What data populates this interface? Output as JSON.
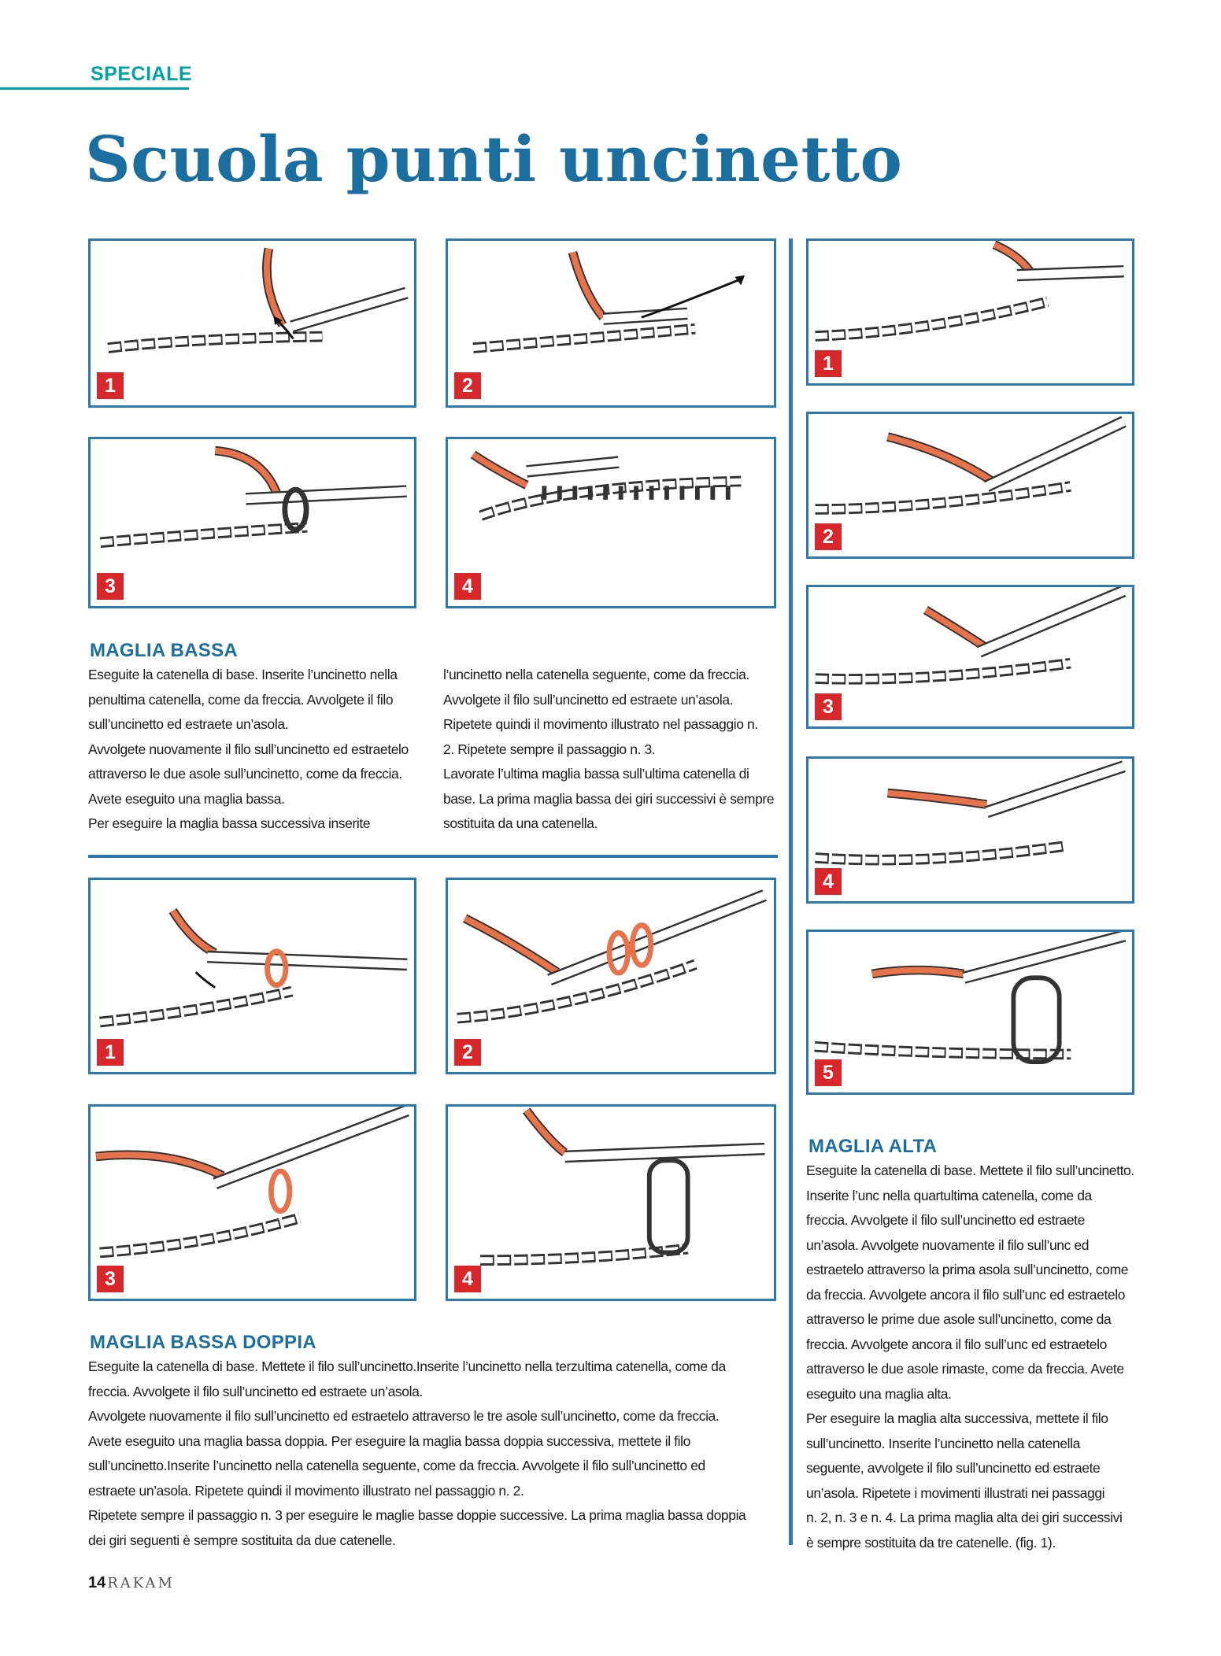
{
  "header": {
    "section": "SPECIALE",
    "title": "Scuola punti uncinetto"
  },
  "maglia_bassa": {
    "heading": "MAGLIA BASSA",
    "steps": [
      "1",
      "2",
      "3",
      "4"
    ],
    "col1": [
      "Eseguite la catenella di base. Inserite l’uncinetto nella",
      "penultima catenella, come da freccia. Avvolgete il filo",
      "sull’uncinetto ed estraete un’asola.",
      "Avvolgete nuovamente il filo sull’uncinetto ed estraetelo",
      "attraverso le due asole sull’uncinetto, come da freccia.",
      "Avete eseguito una maglia bassa.",
      "Per eseguire la  maglia bassa successiva inserite"
    ],
    "col2": [
      "l’uncinetto nella catenella seguente, come da freccia.",
      "Avvolgete il filo sull’uncinetto ed estraete un’asola.",
      "Ripetete quindi il movimento illustrato nel passaggio n.",
      "2. Ripetete sempre il passaggio n. 3.",
      " Lavorate l’ultima maglia bassa sull’ultima catenella di",
      "base. La prima maglia bassa dei giri successivi è sempre",
      "sostituita da una catenella."
    ]
  },
  "maglia_bassa_doppia": {
    "heading": "MAGLIA BASSA DOPPIA",
    "steps": [
      "1",
      "2",
      "3",
      "4"
    ],
    "lines": [
      "Eseguite la catenella di base. Mettete il filo sull’uncinetto.Inserite l’uncinetto nella terzultima catenella, come da",
      "freccia. Avvolgete il filo sull’uncinetto ed estraete un’asola.",
      "Avvolgete nuovamente il filo sull’uncinetto ed estraetelo attraverso le tre asole sull’uncinetto, come da freccia.",
      "Avete eseguito una maglia bassa doppia. Per eseguire la maglia bassa doppia successiva, mettete il filo",
      "sull’uncinetto.Inserite l’uncinetto nella catenella seguente, come da freccia. Avvolgete il filo sull’uncinetto ed",
      "estraete un’asola. Ripetete quindi il movimento illustrato nel passaggio n. 2.",
      "Ripetete sempre il passaggio n. 3 per eseguire le maglie basse doppie successive. La prima maglia bassa doppia",
      "dei giri seguenti è sempre sostituita da due catenelle."
    ]
  },
  "maglia_alta": {
    "heading": "MAGLIA ALTA",
    "steps": [
      "1",
      "2",
      "3",
      "4",
      "5"
    ],
    "lines": [
      "Eseguite la catenella di base. Mettete il filo sull’uncinetto.",
      "Inserite l’unc nella quartultima catenella, come da",
      "freccia. Avvolgete il filo sull’uncinetto ed estraete",
      "un’asola. Avvolgete nuovamente il filo sull’unc ed",
      "estraetelo attraverso la prima asola sull’uncinetto, come",
      "da freccia. Avvolgete ancora il filo sull’unc ed estraetelo",
      "attraverso le prime due asole sull’uncinetto, come da",
      "freccia.  Avvolgete ancora il filo sull’unc ed estraetelo",
      "attraverso le due asole rimaste, come da freccia. Avete",
      "eseguito una maglia alta.",
      "Per eseguire la maglia alta successiva, mettete il filo",
      "sull’uncinetto. Inserite l’uncinetto nella catenella",
      "seguente, avvolgete il filo sull’uncinetto ed estraete",
      "un’asola. Ripetete i movimenti illustrati nei passaggi",
      "n. 2, n. 3 e n. 4. La prima maglia alta dei giri successivi",
      "è sempre sostituita da tre catenelle. (fig. 1)."
    ]
  },
  "footer": {
    "page": "14",
    "brand": "RAKAM"
  },
  "colors": {
    "accent": "#1a6fa0",
    "teal": "#00a3a3",
    "badge": "#d9262b",
    "yarn": "#e8734a"
  }
}
